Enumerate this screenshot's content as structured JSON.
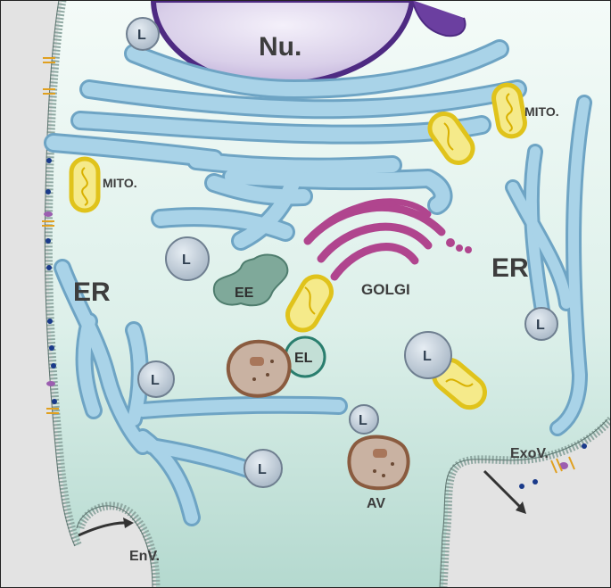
{
  "labels": {
    "nucleus": "Nu.",
    "er_left": "ER",
    "er_right": "ER",
    "golgi": "GOLGI",
    "mito_left": "MITO.",
    "mito_right": "MITO.",
    "early_endosome": "EE",
    "endolysosome": "EL",
    "autophagic_vacuole": "AV",
    "endocytic_vesicle": "EnV.",
    "exocytic_vesicle": "ExoV.",
    "lysosome": "L"
  },
  "colors": {
    "cytoplasm_light": "#f4fbf8",
    "cytoplasm_dark": "#b4d9cf",
    "membrane": "#8fa8a2",
    "extracellular": "#e3e3e3",
    "er_fill": "#a9d3e8",
    "er_stroke": "#6ea4c4",
    "nucleus": "#6b3fa0",
    "golgi": "#b0458e",
    "mito_outer": "#e0c31b",
    "mito_inner": "#f5ea8a",
    "lysosome": "#b9c6d3",
    "early_endosome": "#7fa99a",
    "endolysosome": "#c3dfd6",
    "autophagic": "#a8765a",
    "label_text": "#3d3d3d"
  }
}
